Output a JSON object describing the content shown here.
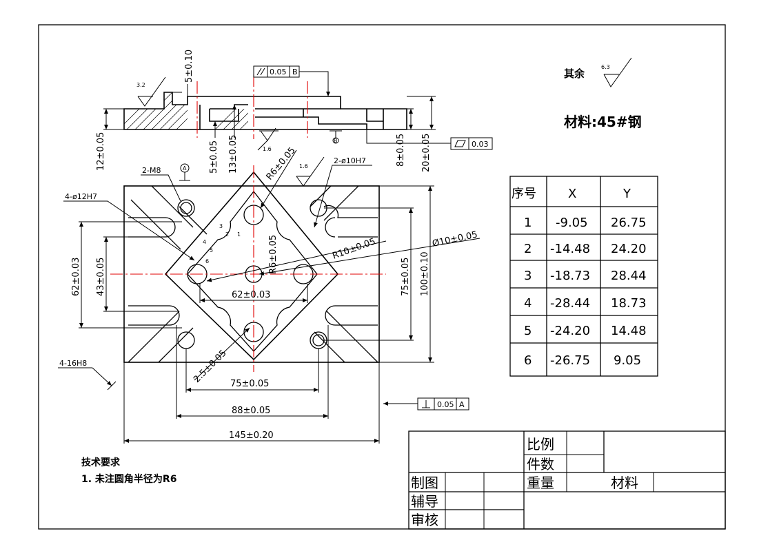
{
  "surface_finish_note": {
    "label": "其余",
    "value": "6.3"
  },
  "material_note": "材料:45#钢",
  "roughness": {
    "r32": "3.2",
    "r16a": "1.6",
    "r16b": "1.6"
  },
  "section_dims": {
    "d5_010": "5±0.10",
    "d12": "12±0.05",
    "d5": "5±0.05",
    "d13": "13±0.05",
    "d8": "8±0.05",
    "d20": "20±0.05",
    "parallel_tol": "0.05",
    "parallel_ref": "B",
    "flat_tol": "0.03",
    "datum_b": "B"
  },
  "plan_dims": {
    "m8": "2-M8",
    "datum_a": "A",
    "h7_12": "4-ø12H7",
    "h7_10": "2-ø10H7",
    "r6_top": "R6±0.05",
    "r6_mid": "R6±0.05",
    "r10": "R10±0.05",
    "d10": "Ø10±0.05",
    "d62v": "62±0.03",
    "d43": "43±0.05",
    "d62h": "62±0.03",
    "d75v": "75±0.05",
    "d100": "100±0.10",
    "d2_5": "2.5±0.05",
    "d75h": "75±0.05",
    "d88": "88±0.05",
    "d145": "145±0.20",
    "h8": "4-16H8",
    "perp_tol": "0.05",
    "perp_ref": "A",
    "pts": [
      "1",
      "2",
      "3",
      "4",
      "5",
      "6"
    ]
  },
  "coord_table": {
    "headers": [
      "序号",
      "X",
      "Y"
    ],
    "rows": [
      [
        "1",
        "-9.05",
        "26.75"
      ],
      [
        "2",
        "-14.48",
        "24.20"
      ],
      [
        "3",
        "-18.73",
        "28.44"
      ],
      [
        "4",
        "-28.44",
        "18.73"
      ],
      [
        "5",
        "-24.20",
        "14.48"
      ],
      [
        "6",
        "-26.75",
        "9.05"
      ]
    ]
  },
  "tech_req": {
    "title": "技术要求",
    "item": "1. 未注圆角半径为R6"
  },
  "title_block": {
    "scale": "比例",
    "count": "件数",
    "weight": "重量",
    "material": "材料",
    "drawn": "制图",
    "guide": "辅导",
    "review": "审核"
  }
}
